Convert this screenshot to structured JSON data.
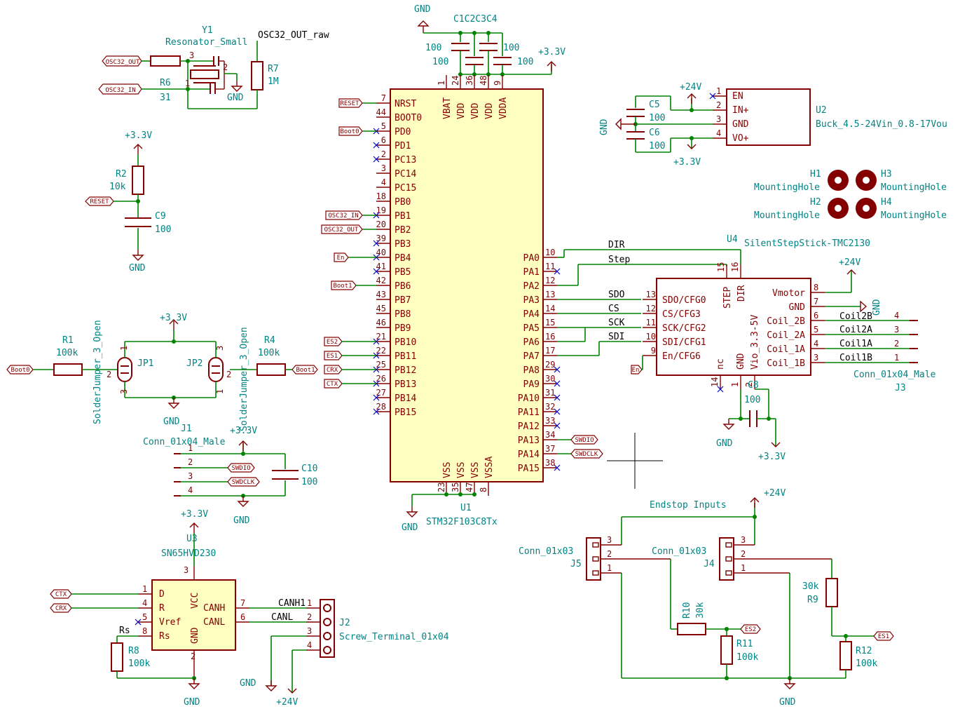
{
  "power": {
    "gnd": "GND",
    "v33": "+3.3V",
    "v24": "+24V"
  },
  "y1": {
    "ref": "Y1",
    "value": "Resonator_Small",
    "net": "OSC32_OUT_raw",
    "pin1": "1",
    "pin2": "2",
    "pin3": "3"
  },
  "r6": {
    "ref": "R6",
    "value": "31"
  },
  "r7": {
    "ref": "R7",
    "value": "1M"
  },
  "r2": {
    "ref": "R2",
    "value": "10k"
  },
  "c9": {
    "ref": "C9",
    "value": "100"
  },
  "caps_top": {
    "refs": "C1C2C3C4",
    "v1": "100",
    "v2": "100",
    "v3": "100",
    "v4": "100"
  },
  "c5": {
    "ref": "C5",
    "value": "100"
  },
  "c6": {
    "ref": "C6",
    "value": "100"
  },
  "u2": {
    "ref": "U2",
    "value": "Buck_4.5-24Vin_0.8-17Vou",
    "pins": [
      "EN",
      "IN+",
      "GND",
      "VO+"
    ],
    "nums": [
      "1",
      "2",
      "3",
      "4"
    ]
  },
  "holes": {
    "h1": "H1",
    "h2": "H2",
    "h3": "H3",
    "h4": "H4",
    "value": "MountingHole"
  },
  "u1": {
    "ref": "U1",
    "value": "STM32F103C8Tx",
    "top_pins": [
      "VBAT",
      "VDD",
      "VDD",
      "VDD",
      "VDDA"
    ],
    "top_nums": [
      "1",
      "24",
      "36",
      "48",
      "9"
    ],
    "bottom_pins": [
      "VSS",
      "VSS",
      "VSS",
      "VSSA"
    ],
    "bottom_nums": [
      "23",
      "35",
      "47",
      "8"
    ],
    "left_pins": [
      {
        "name": "NRST",
        "num": "7"
      },
      {
        "name": "BOOT0",
        "num": "44"
      },
      {
        "name": "PD0",
        "num": "5"
      },
      {
        "name": "PD1",
        "num": "6"
      },
      {
        "name": "PC13",
        "num": "2"
      },
      {
        "name": "PC14",
        "num": "3"
      },
      {
        "name": "PC15",
        "num": "4"
      },
      {
        "name": "PB0",
        "num": "18"
      },
      {
        "name": "PB1",
        "num": "19"
      },
      {
        "name": "PB2",
        "num": "20"
      },
      {
        "name": "PB3",
        "num": "39"
      },
      {
        "name": "PB4",
        "num": "40"
      },
      {
        "name": "PB5",
        "num": "41"
      },
      {
        "name": "PB6",
        "num": "42"
      },
      {
        "name": "PB7",
        "num": "43"
      },
      {
        "name": "PB8",
        "num": "45"
      },
      {
        "name": "PB9",
        "num": "46"
      },
      {
        "name": "PB10",
        "num": "21"
      },
      {
        "name": "PB11",
        "num": "22"
      },
      {
        "name": "PB12",
        "num": "25"
      },
      {
        "name": "PB13",
        "num": "26"
      },
      {
        "name": "PB14",
        "num": "27"
      },
      {
        "name": "PB15",
        "num": "28"
      }
    ],
    "right_pins": [
      {
        "name": "PA0",
        "num": "10"
      },
      {
        "name": "PA1",
        "num": "11"
      },
      {
        "name": "PA2",
        "num": "12"
      },
      {
        "name": "PA3",
        "num": "13"
      },
      {
        "name": "PA4",
        "num": "14"
      },
      {
        "name": "PA5",
        "num": "15"
      },
      {
        "name": "PA6",
        "num": "16"
      },
      {
        "name": "PA7",
        "num": "17"
      },
      {
        "name": "PA8",
        "num": "29"
      },
      {
        "name": "PA9",
        "num": "30"
      },
      {
        "name": "PA10",
        "num": "31"
      },
      {
        "name": "PA11",
        "num": "32"
      },
      {
        "name": "PA12",
        "num": "33"
      },
      {
        "name": "PA13",
        "num": "34"
      },
      {
        "name": "PA14",
        "num": "37"
      },
      {
        "name": "PA15",
        "num": "38"
      }
    ]
  },
  "global_labels": {
    "osc32_out": "OSC32_OUT",
    "osc32_in": "OSC32_IN",
    "reset": "RESET",
    "boot0": "Boot0",
    "boot1": "Boot1",
    "en": "En",
    "es1": "ES1",
    "es2": "ES2",
    "crx": "CRX",
    "ctx": "CTX",
    "swdio": "SWDIO",
    "swdclk": "SWDCLK"
  },
  "nets": {
    "dir": "DIR",
    "step": "Step",
    "sdo": "SDO",
    "cs": "CS",
    "sck": "SCK",
    "sdi": "SDI",
    "coil2b": "Coil2B",
    "coil2a": "Coil2A",
    "coil1a": "Coil1A",
    "coil1b": "Coil1B",
    "canh1": "CANH1",
    "canl": "CANL",
    "rs": "Rs"
  },
  "u4": {
    "ref": "U4",
    "value": "SilentStepStick-TMC2130",
    "left_pins": [
      {
        "name": "SDO/CFG0",
        "num": "13"
      },
      {
        "name": "CS/CFG3",
        "num": "12"
      },
      {
        "name": "SCK/CFG2",
        "num": "11"
      },
      {
        "name": "SDI/CFG1",
        "num": "10"
      },
      {
        "name": "En/CFG6",
        "num": "9"
      }
    ],
    "right_pins": [
      {
        "name": "Vmotor",
        "num": "8"
      },
      {
        "name": "GND",
        "num": "7"
      },
      {
        "name": "Coil_2B",
        "num": "6"
      },
      {
        "name": "Coil_2A",
        "num": "5"
      },
      {
        "name": "Coil_1A",
        "num": "4"
      },
      {
        "name": "Coil_1B",
        "num": "3"
      }
    ],
    "top_pins": [
      {
        "name": "STEP",
        "num": "15"
      },
      {
        "name": "DIR",
        "num": "16"
      }
    ],
    "bottom_pins": [
      {
        "name": "nc",
        "num": "14"
      },
      {
        "name": "GND",
        "num": "1"
      },
      {
        "name": "Vio_3.3-5V",
        "num": "2"
      }
    ]
  },
  "c8": {
    "ref": "C8",
    "value": "100"
  },
  "j3": {
    "ref": "J3",
    "value": "Conn_01x04_Male",
    "nums": [
      "4",
      "3",
      "2",
      "1"
    ]
  },
  "r1": {
    "ref": "R1",
    "value": "100k"
  },
  "r4": {
    "ref": "R4",
    "value": "100k"
  },
  "jp1": {
    "ref": "JP1",
    "value": "SolderJumper_3_Open",
    "p1": "1",
    "p2": "2",
    "p3": "3"
  },
  "jp2": {
    "ref": "JP2",
    "value": "SolderJumper_3_Open",
    "p1": "3",
    "p2": "2",
    "p3": "1"
  },
  "j1": {
    "ref": "J1",
    "value": "Conn_01x04_Male",
    "nums": [
      "1",
      "2",
      "3",
      "4"
    ]
  },
  "c10": {
    "ref": "C10",
    "value": "100"
  },
  "u3": {
    "ref": "U3",
    "value": "SN65HVD230",
    "pins": [
      "D",
      "R",
      "Vref",
      "Rs",
      "VCC",
      "GND",
      "CANH",
      "CANL"
    ],
    "nums": [
      "1",
      "4",
      "5",
      "8",
      "3",
      "2",
      "7",
      "6"
    ]
  },
  "r8": {
    "ref": "R8",
    "value": "100k"
  },
  "j2": {
    "ref": "J2",
    "value": "Screw_Terminal_01x04",
    "nums": [
      "1",
      "2",
      "3",
      "4"
    ]
  },
  "endstop": {
    "title": "Endstop Inputs"
  },
  "j5": {
    "ref": "J5",
    "value": "Conn_01x03",
    "nums": [
      "3",
      "2",
      "1"
    ]
  },
  "j4": {
    "ref": "J4",
    "value": "Conn_01x03",
    "nums": [
      "3",
      "2",
      "1"
    ]
  },
  "r10": {
    "ref": "R10",
    "value": "30k"
  },
  "r9": {
    "ref": "R9",
    "value": "30k"
  },
  "r11": {
    "ref": "R11",
    "value": "100k"
  },
  "r12": {
    "ref": "R12",
    "value": "100k"
  }
}
